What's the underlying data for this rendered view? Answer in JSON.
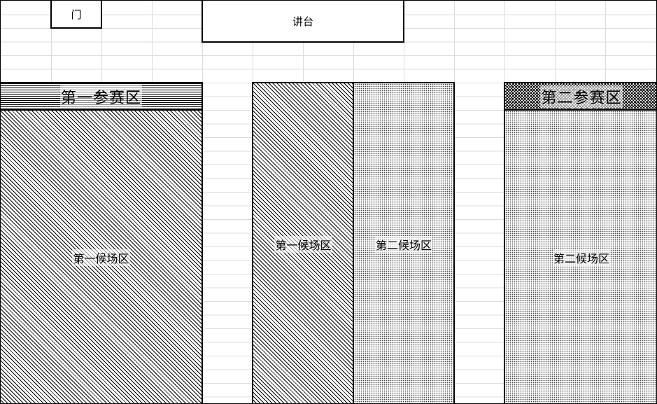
{
  "diagram": {
    "door": "门",
    "podium": "讲台",
    "zone_one_header": "第一参赛区",
    "zone_one_waiting": "第一候场区",
    "middle_left_waiting": "第一候场区",
    "middle_right_waiting": "第二候场区",
    "zone_two_header": "第二参赛区",
    "zone_two_waiting": "第二候场区"
  },
  "colors": {
    "border": "#000000",
    "gridline": "#dcdcdc",
    "background": "#ffffff"
  }
}
